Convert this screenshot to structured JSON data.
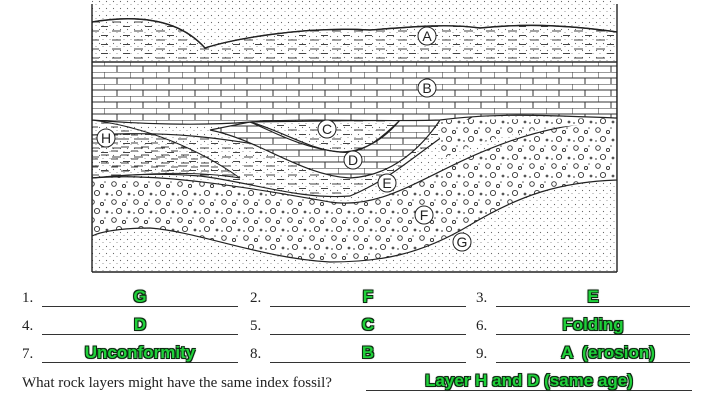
{
  "diagram": {
    "layer_labels": [
      "A",
      "B",
      "C",
      "D",
      "E",
      "F",
      "G",
      "H"
    ]
  },
  "questions": [
    {
      "number": "1.",
      "answer": "G"
    },
    {
      "number": "2.",
      "answer": "F"
    },
    {
      "number": "3.",
      "answer": "E"
    },
    {
      "number": "4.",
      "answer": "D"
    },
    {
      "number": "5.",
      "answer": "C"
    },
    {
      "number": "6.",
      "answer": "Folding"
    },
    {
      "number": "7.",
      "answer": "Unconformity"
    },
    {
      "number": "8.",
      "answer": "B"
    },
    {
      "number": "9.",
      "answer": "A  (erosion)"
    }
  ],
  "fossil_question": {
    "prompt": "What rock layers might have the same index fossil?",
    "answer": "Layer H and D (same age)"
  },
  "colors": {
    "answer_green": "#1fd13a",
    "outline": "#222222"
  }
}
